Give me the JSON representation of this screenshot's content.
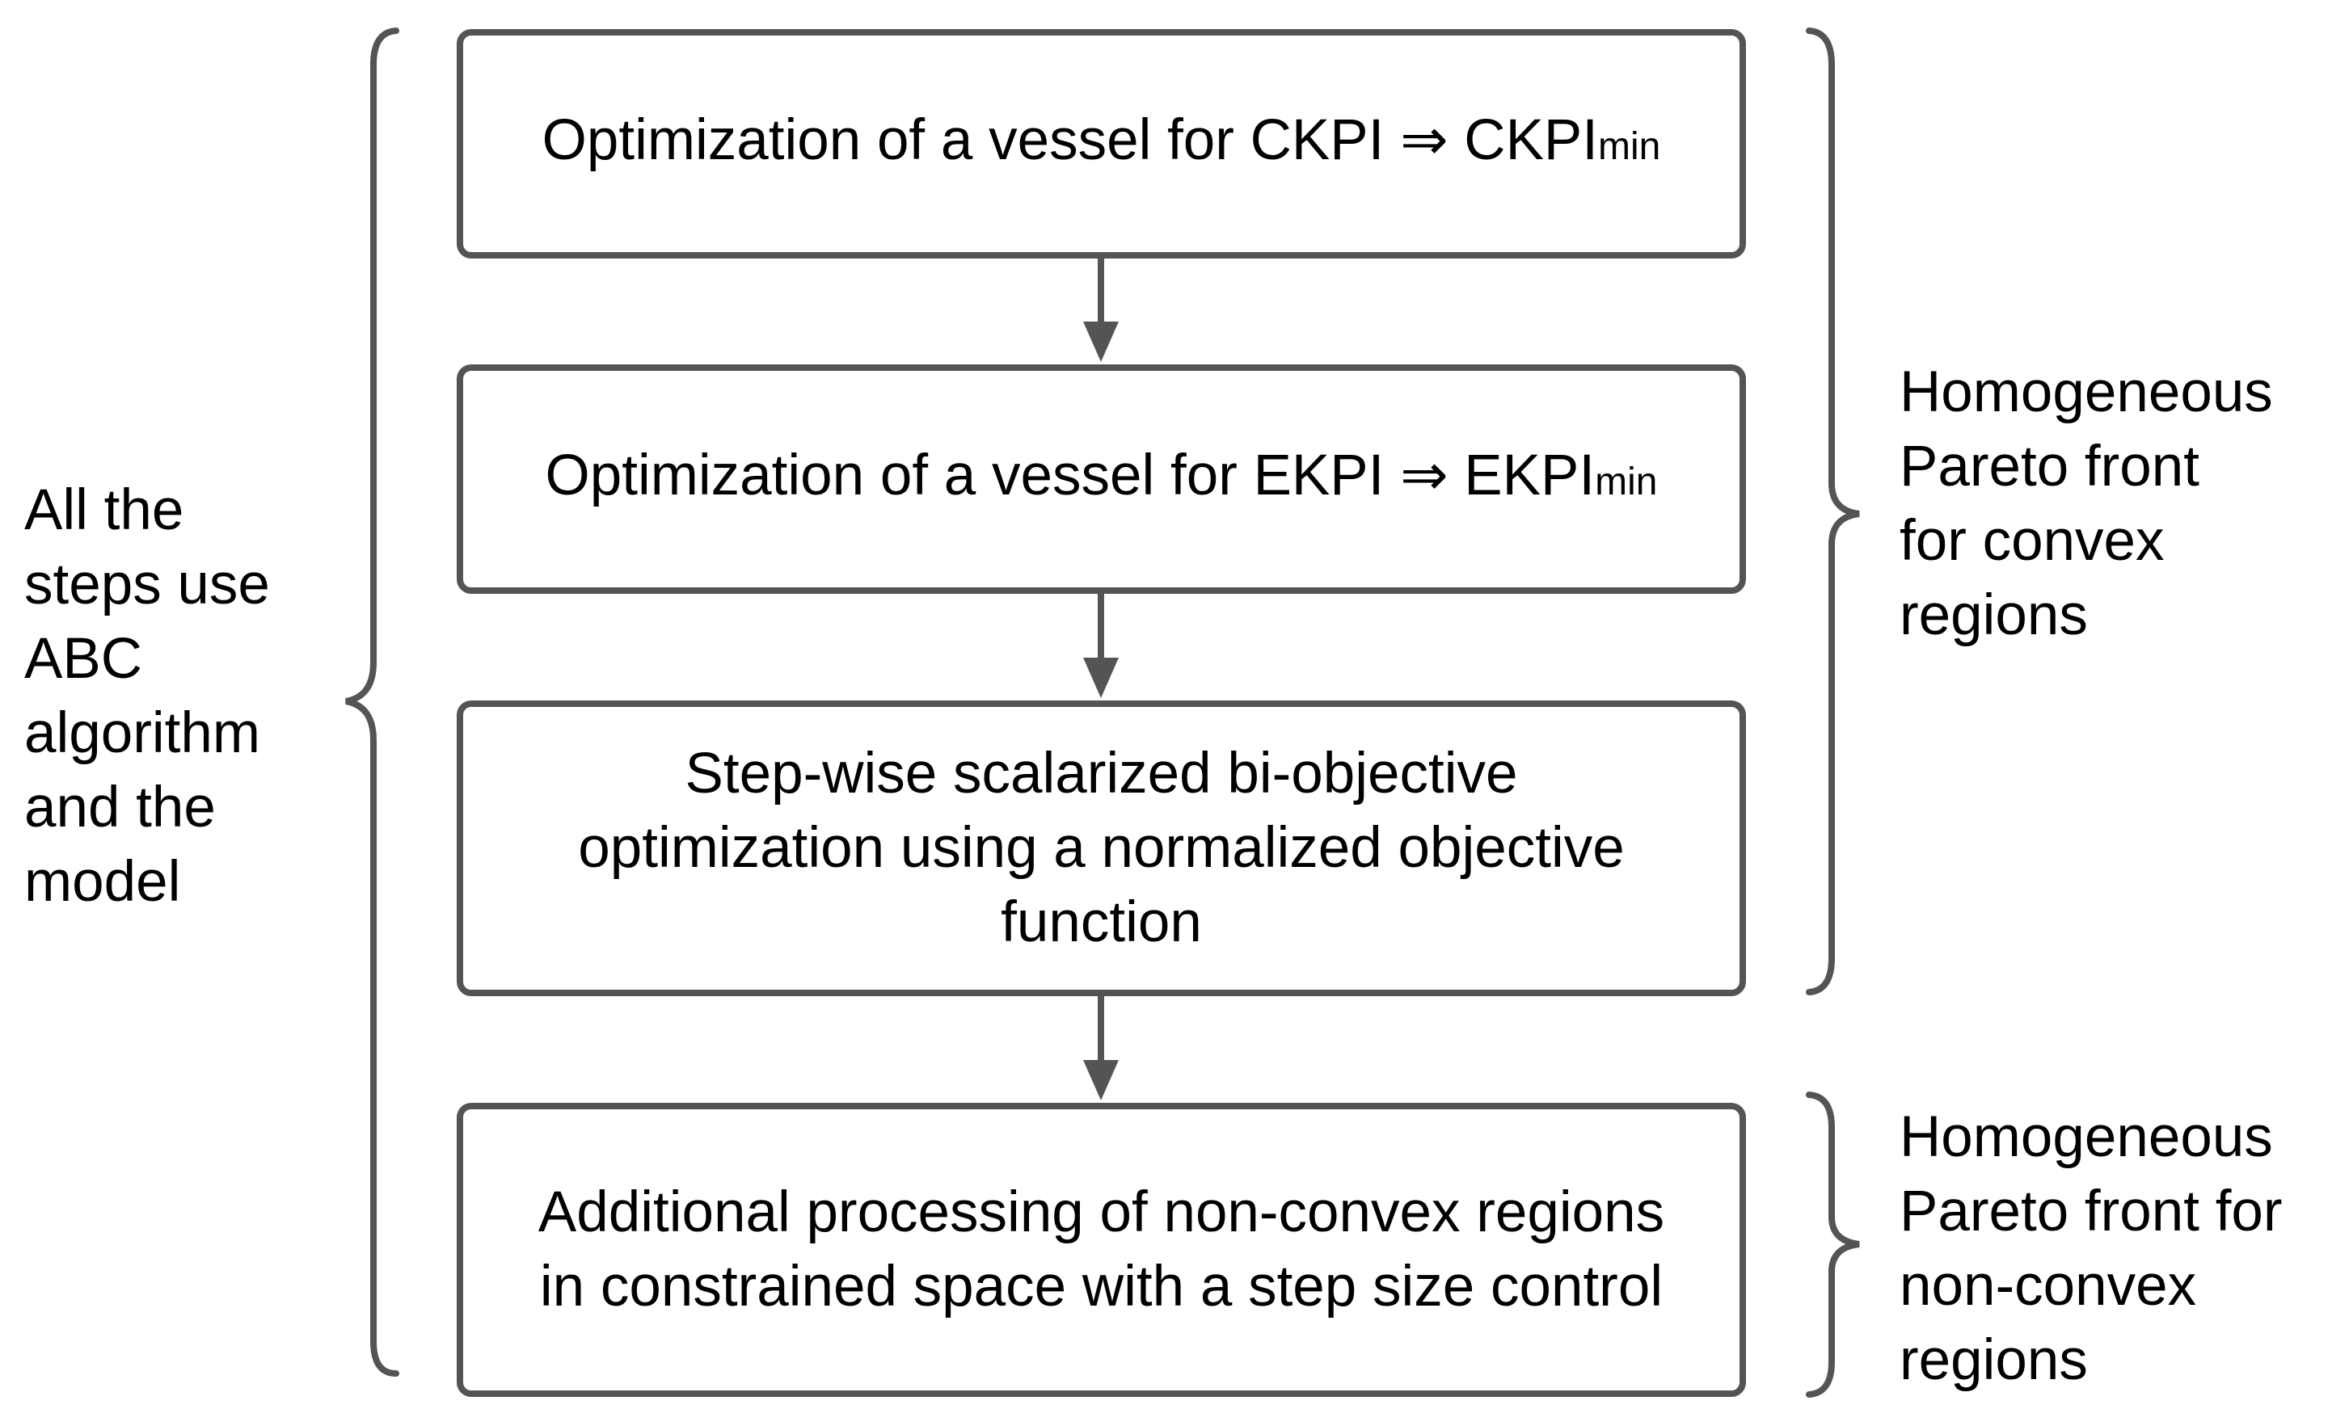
{
  "colors": {
    "stroke": "#545454",
    "text": "#000000",
    "background": "#ffffff"
  },
  "boxes": [
    {
      "main": "Optimization of a vessel for CKPI ⇒ CKPI",
      "sub": "min"
    },
    {
      "main": "Optimization of a vessel for EKPI ⇒ EKPI",
      "sub": "min"
    },
    {
      "text": "Step-wise scalarized bi-objective\noptimization using a normalized objective\nfunction"
    },
    {
      "text": "Additional processing of non-convex regions\nin constrained space with a step size control"
    }
  ],
  "left_label": "All the\nsteps use\nABC\nalgorithm\nand the\nmodel",
  "right_labels": [
    "Homogeneous\nPareto front\nfor convex\nregions",
    "Homogeneous\nPareto front for\nnon-convex\nregions"
  ]
}
